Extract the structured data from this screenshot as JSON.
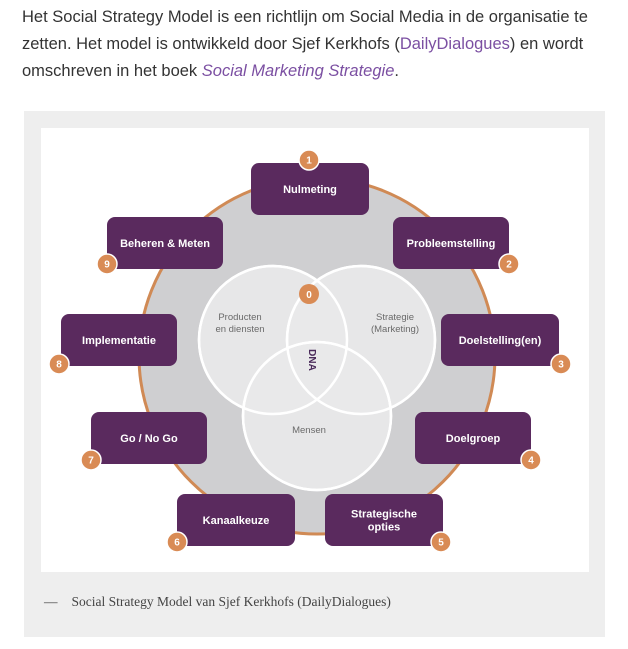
{
  "intro": {
    "part1": "Het Social Strategy Model is een richtlijn om Social Media in de organisatie te zetten. Het model is ontwikkeld door Sjef Kerkhofs (",
    "link": "DailyDialogues",
    "part2": ") en wordt omschreven in het boek ",
    "book": "Social Marketing Strategie",
    "part3": "."
  },
  "diagram": {
    "center_number": "0",
    "center_label": "DNA",
    "circles": [
      {
        "lines": [
          "Producten",
          "en diensten"
        ]
      },
      {
        "lines": [
          "Strategie",
          "(Marketing)"
        ]
      },
      {
        "lines": [
          "Mensen"
        ]
      }
    ],
    "steps": [
      {
        "number": "1",
        "lines": [
          "Nulmeting"
        ]
      },
      {
        "number": "2",
        "lines": [
          "Probleemstelling"
        ]
      },
      {
        "number": "3",
        "lines": [
          "Doelstelling(en)"
        ]
      },
      {
        "number": "4",
        "lines": [
          "Doelgroep"
        ]
      },
      {
        "number": "5",
        "lines": [
          "Strategische",
          "opties"
        ]
      },
      {
        "number": "6",
        "lines": [
          "Kanaalkeuze"
        ]
      },
      {
        "number": "7",
        "lines": [
          "Go / No Go"
        ]
      },
      {
        "number": "8",
        "lines": [
          "Implementatie"
        ]
      },
      {
        "number": "9",
        "lines": [
          "Beheren & Meten"
        ]
      }
    ],
    "colors": {
      "box": "#5a2a5e",
      "badge": "#d98b55",
      "ring": "#cfcfd1",
      "ring_outline": "#d08a55"
    }
  },
  "caption": {
    "dash": "—",
    "text": "Social Strategy Model van Sjef Kerkhofs (DailyDialogues)"
  }
}
